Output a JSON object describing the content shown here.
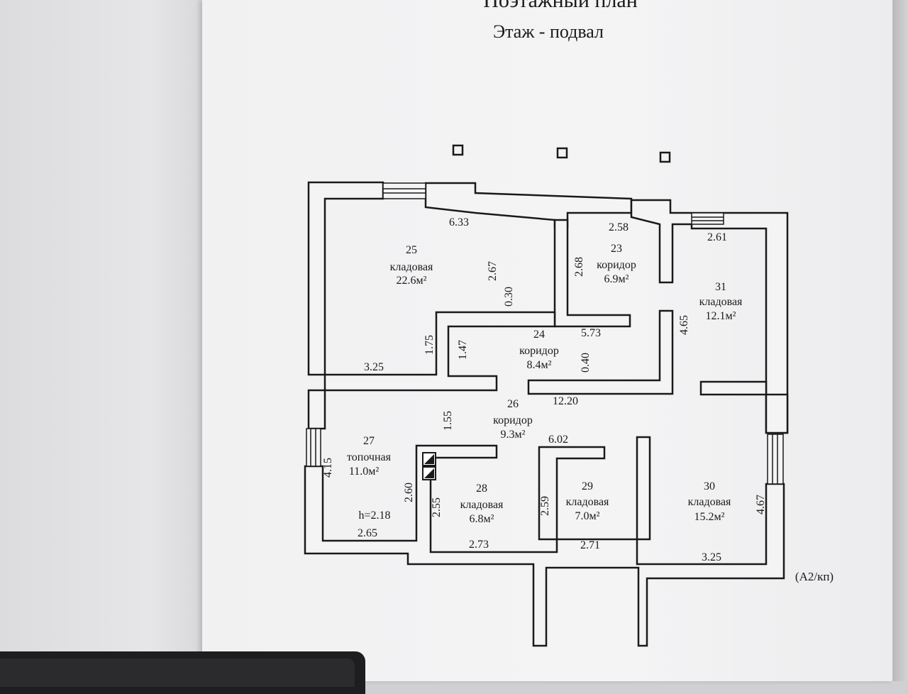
{
  "header": {
    "title": "Поэтажный план",
    "floor": "Этаж - подвал"
  },
  "sheet_code": "(А2/кп)",
  "rooms": [
    {
      "number": "25",
      "name": "кладовая",
      "area": "22.6м²"
    },
    {
      "number": "23",
      "name": "коридор",
      "area": "6.9м²"
    },
    {
      "number": "31",
      "name": "кладовая",
      "area": "12.1м²"
    },
    {
      "number": "24",
      "name": "коридор",
      "area": "8.4м²"
    },
    {
      "number": "26",
      "name": "коридор",
      "area": "9.3м²"
    },
    {
      "number": "27",
      "name": "топочная",
      "area": "11.0м²"
    },
    {
      "number": "28",
      "name": "кладовая",
      "area": "6.8м²"
    },
    {
      "number": "29",
      "name": "кладовая",
      "area": "7.0м²"
    },
    {
      "number": "30",
      "name": "кладовая",
      "area": "15.2м²"
    }
  ],
  "ceiling_height": "h=2.18",
  "dimensions": [
    "6.33",
    "2.58",
    "2.61",
    "2.67",
    "0.30",
    "2.68",
    "4.65",
    "1.75",
    "1.47",
    "5.73",
    "3.25",
    "0.40",
    "12.20",
    "1.55",
    "6.02",
    "4.15",
    "2.60",
    "2.55",
    "2.59",
    "4.67",
    "2.65",
    "2.73",
    "2.71",
    "3.25"
  ]
}
